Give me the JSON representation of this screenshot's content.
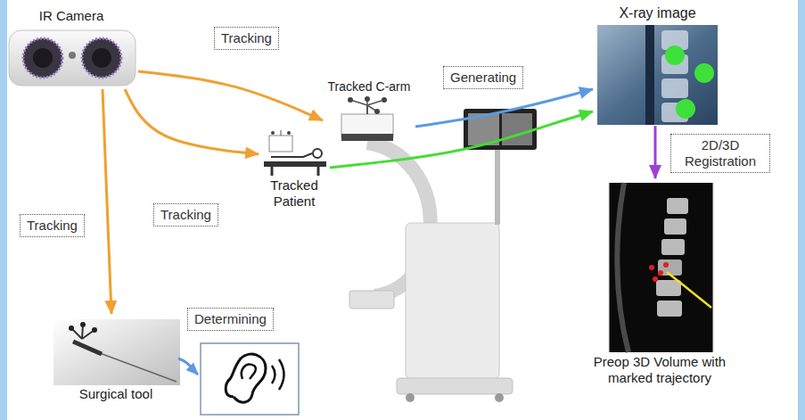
{
  "diagram": {
    "nodes": [
      {
        "text": [
          "IR Camera"
        ]
      },
      {
        "text": [
          "Tracked C-arm"
        ]
      },
      {
        "text": [
          "X-ray image"
        ]
      },
      {
        "text": [
          "Tracked Patient"
        ]
      },
      {
        "text": [
          "Preop 3D Volume with marked trajectory"
        ]
      },
      {
        "text": [
          "Surgical tool"
        ]
      }
    ],
    "edges": [
      {
        "from": 0,
        "to": 1,
        "arrow": "to",
        "label": "Tracking"
      },
      {
        "from": 0,
        "to": 3,
        "arrow": "to",
        "label": "Tracking"
      },
      {
        "from": 0,
        "to": 5,
        "arrow": "to",
        "label": "Tracking"
      },
      {
        "from": 1,
        "to": 2,
        "arrow": "to",
        "label": "Generating"
      },
      {
        "from": 3,
        "to": 2,
        "arrow": "to"
      },
      {
        "from": 2,
        "to": 4,
        "arrow": "to",
        "label": "2D/3D Registration"
      }
    ],
    "labels": [
      "Determining"
    ]
  }
}
